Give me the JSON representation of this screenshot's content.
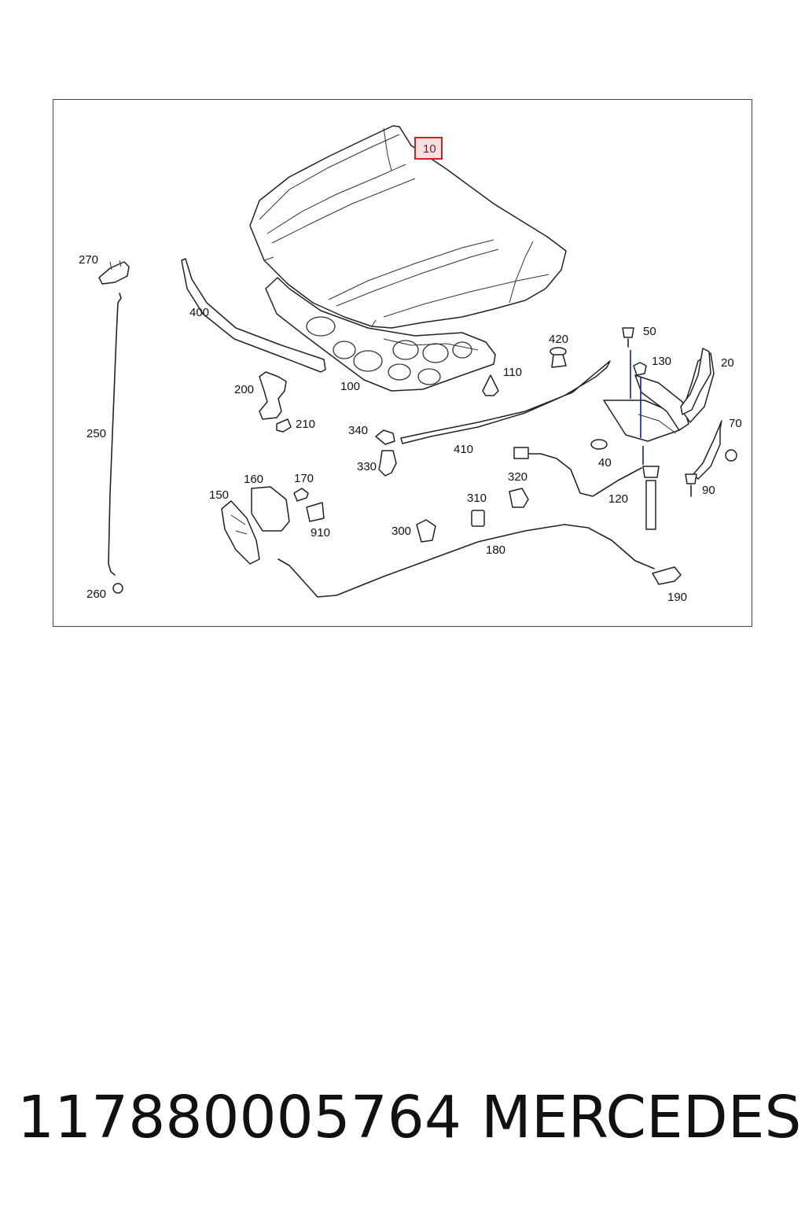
{
  "callouts": [
    {
      "id": "10",
      "label": "10",
      "highlight": true
    },
    {
      "id": "20",
      "label": "20"
    },
    {
      "id": "40",
      "label": "40"
    },
    {
      "id": "50",
      "label": "50"
    },
    {
      "id": "70",
      "label": "70"
    },
    {
      "id": "90",
      "label": "90"
    },
    {
      "id": "100",
      "label": "100"
    },
    {
      "id": "110",
      "label": "110"
    },
    {
      "id": "120",
      "label": "120"
    },
    {
      "id": "130",
      "label": "130"
    },
    {
      "id": "150",
      "label": "150"
    },
    {
      "id": "160",
      "label": "160"
    },
    {
      "id": "170",
      "label": "170"
    },
    {
      "id": "180",
      "label": "180"
    },
    {
      "id": "190",
      "label": "190"
    },
    {
      "id": "200",
      "label": "200"
    },
    {
      "id": "210",
      "label": "210"
    },
    {
      "id": "250",
      "label": "250"
    },
    {
      "id": "260",
      "label": "260"
    },
    {
      "id": "270",
      "label": "270"
    },
    {
      "id": "300",
      "label": "300"
    },
    {
      "id": "310",
      "label": "310"
    },
    {
      "id": "320",
      "label": "320"
    },
    {
      "id": "330",
      "label": "330"
    },
    {
      "id": "340",
      "label": "340"
    },
    {
      "id": "400",
      "label": "400"
    },
    {
      "id": "410",
      "label": "410"
    },
    {
      "id": "420",
      "label": "420"
    },
    {
      "id": "910",
      "label": "910"
    }
  ],
  "footer": {
    "part_number": "117880005764",
    "brand": "MERCEDES"
  }
}
